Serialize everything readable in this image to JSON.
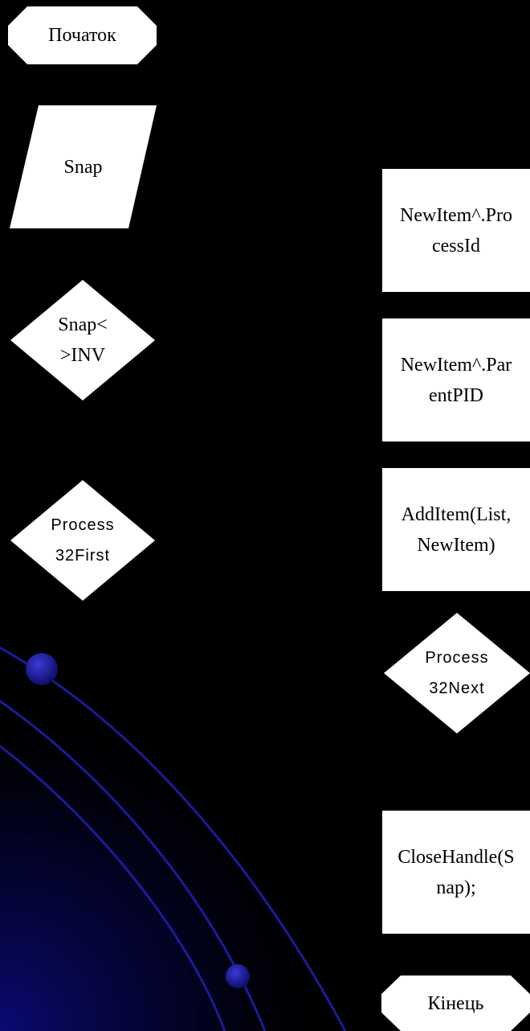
{
  "nodes": {
    "start": "Початок",
    "snap_io": "Snap",
    "cond_snap": "Snap<\n>INV",
    "cond_first": "Process\n32First",
    "proc_pid": "NewItem^.Pro\ncessId",
    "proc_ppid": "NewItem^.Par\nentPID",
    "proc_add": "AddItem(List,\nNewItem)",
    "cond_next": "Process\n32Next",
    "proc_close": "CloseHandle(S\nnap);",
    "end": "Кінець"
  },
  "colors": {
    "background": "#000000",
    "shape_fill": "#ffffff",
    "text": "#000000",
    "accent_arc": "#1b1b9a"
  }
}
